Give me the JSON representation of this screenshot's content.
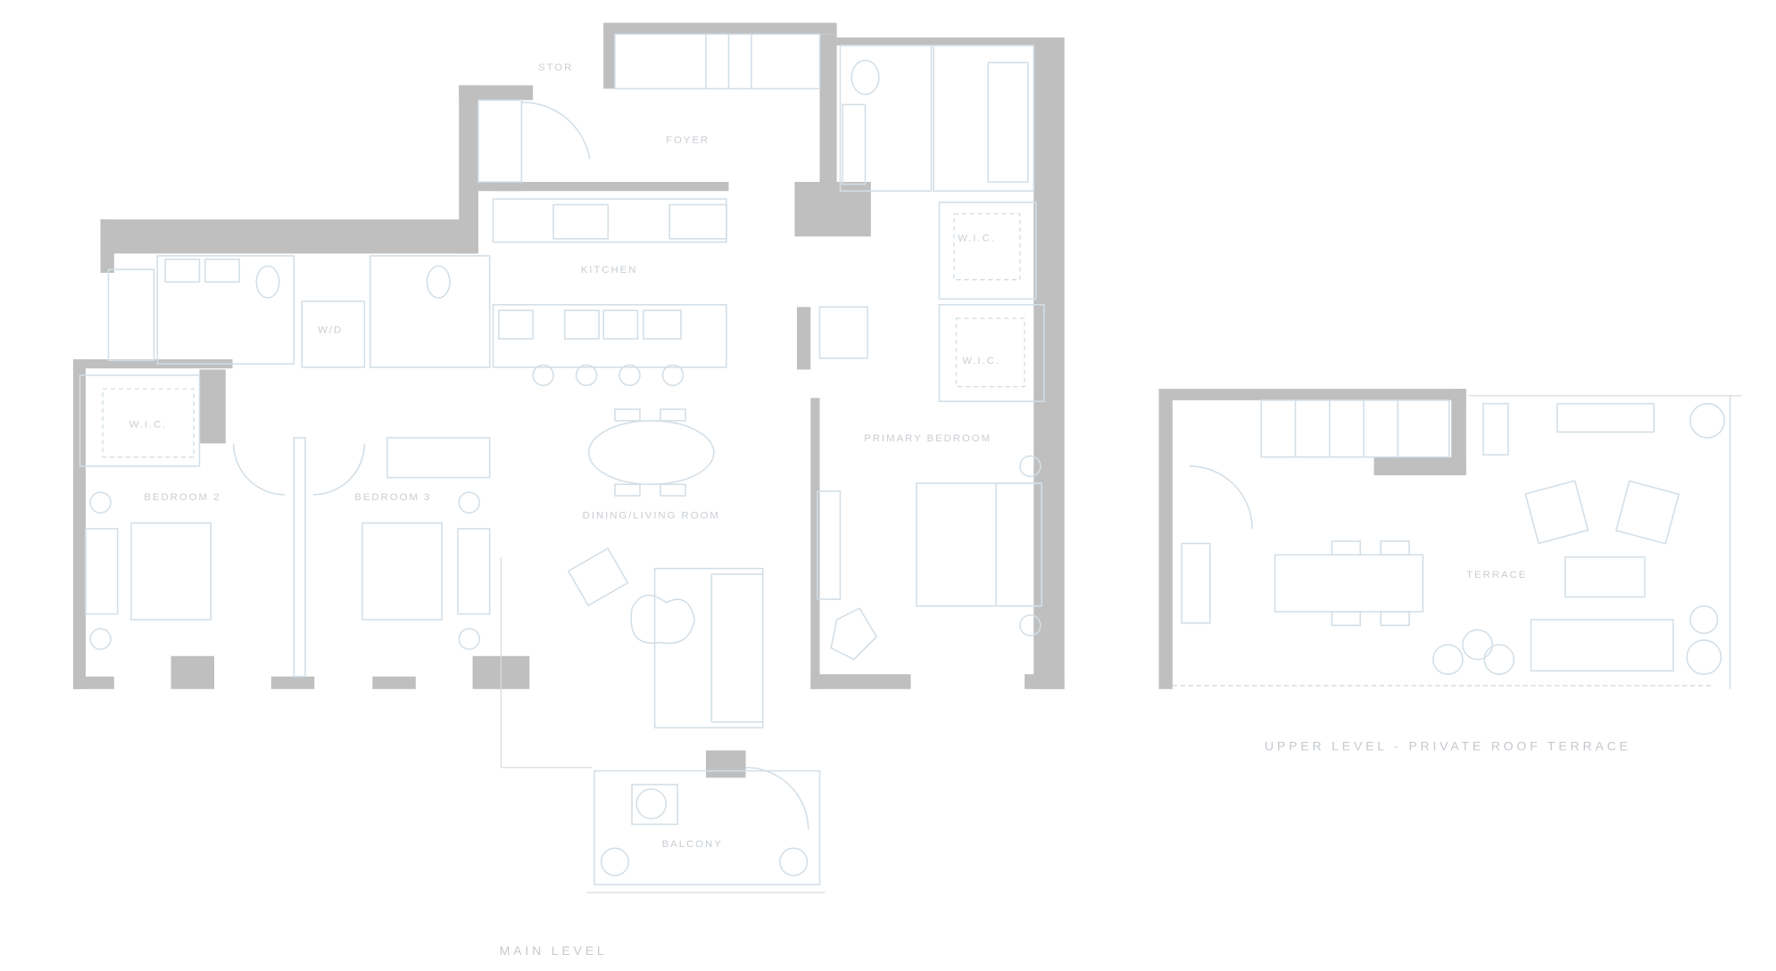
{
  "plan": {
    "main_level_caption": "MAIN LEVEL",
    "upper_level_caption": "UPPER LEVEL - PRIVATE ROOF TERRACE",
    "rooms": {
      "storage": "STOR",
      "foyer": "FOYER",
      "kitchen": "KITCHEN",
      "wic_left": "W.I.C.",
      "bedroom_2": "BEDROOM 2",
      "bedroom_3": "BEDROOM 3",
      "dining_living": "DINING/LIVING ROOM",
      "primary_bedroom": "PRIMARY BEDROOM",
      "wic_right_1": "W.I.C.",
      "wic_right_2": "W.I.C.",
      "laundry": "W/D",
      "balcony": "BALCONY",
      "terrace": "TERRACE"
    }
  },
  "colors": {
    "wall": "#bfbfbf",
    "line": "#d3dee6",
    "background": "#ffffff"
  }
}
